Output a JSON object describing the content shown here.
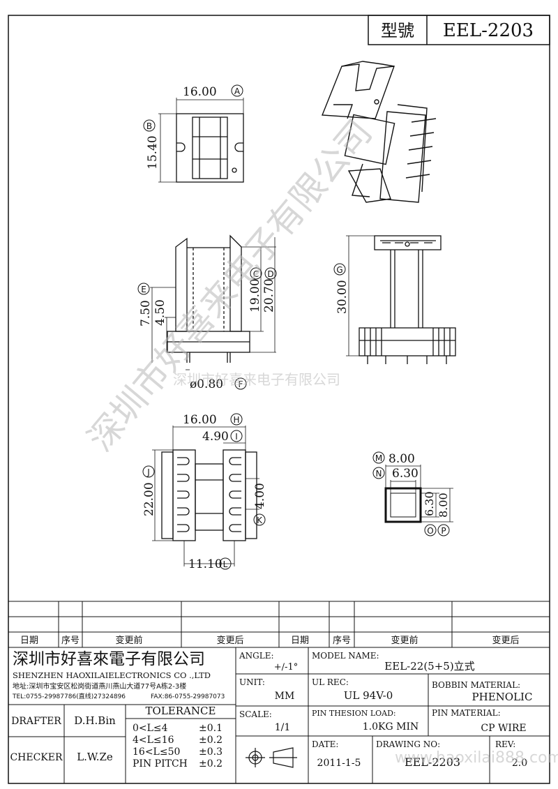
{
  "header": {
    "model_label": "型號",
    "model_value": "EEL-2203"
  },
  "dimensions": {
    "A": "16.00",
    "B": "15.40",
    "C": "19.00",
    "D": "20.70",
    "E": "7.50",
    "E2": "4.50",
    "F": "ø0.80",
    "G": "30.00",
    "H": "16.00",
    "I": "4.90",
    "J": "22.00",
    "K": "4.00",
    "L": "11.10",
    "M": "8.00",
    "N": "6.30",
    "O": "6.30",
    "P": "8.00"
  },
  "dimension_letters": [
    "A",
    "B",
    "C",
    "D",
    "E",
    "F",
    "G",
    "H",
    "I",
    "J",
    "K",
    "L",
    "M",
    "N",
    "O",
    "P"
  ],
  "watermarks": {
    "diagonal": "深圳市好喜来电子有限公司",
    "center": "深圳市好喜来电子有限公司",
    "site": "www.haoxilai888.com"
  },
  "revision_table": {
    "headers": [
      "日期",
      "序号",
      "变更前",
      "变更后",
      "日期",
      "序号",
      "变更前",
      "变更后"
    ]
  },
  "title_block": {
    "company_cn": "深圳市好喜來電子有限公司",
    "company_en": "SHENZHEN HAOXILAIELECTRONICS CO .,LTD",
    "address": "地址:深圳市宝安区松岗街道燕川燕山大道77号A栋2-3楼",
    "tel": "TEL:0755-29987786(直线)27324896",
    "fax": "FAX:86-0755-29987073",
    "angle_label": "ANGLE:",
    "angle_value": "+/-1°",
    "model_name_label": "MODEL NAME:",
    "model_name_value": "EEL-22(5+5)立式",
    "unit_label": "UNIT:",
    "unit_value": "MM",
    "ul_label": "UL REC:",
    "ul_value": "UL 94V-0",
    "bobbin_label": "BOBBIN MATERIAL:",
    "bobbin_value": "PHENOLIC",
    "scale_label": "SCALE:",
    "scale_value": "1/1",
    "pin_load_label": "PIN THESION LOAD:",
    "pin_load_value": "1.0KG MIN",
    "pin_material_label": "PIN MATERIAL:",
    "pin_material_value": "CP  WIRE",
    "drafter_label": "DRAFTER",
    "drafter_value": "D.H.Bin",
    "checker_label": "CHECKER",
    "checker_value": "L.W.Ze",
    "tolerance_label": "TOLERANCE",
    "tolerance_rows": [
      {
        "range": "0<L≤4",
        "value": "±0.1"
      },
      {
        "range": "4<L≤16",
        "value": "±0.2"
      },
      {
        "range": "16<L≤50",
        "value": "±0.3"
      },
      {
        "range": "PIN PITCH",
        "value": "±0.2"
      }
    ],
    "date_label": "DATE:",
    "date_value": "2011-1-5",
    "drawing_no_label": "DRAWING NO:",
    "drawing_no_value": "EEL-2203",
    "rev_label": "REV:",
    "rev_value": "2.0"
  }
}
